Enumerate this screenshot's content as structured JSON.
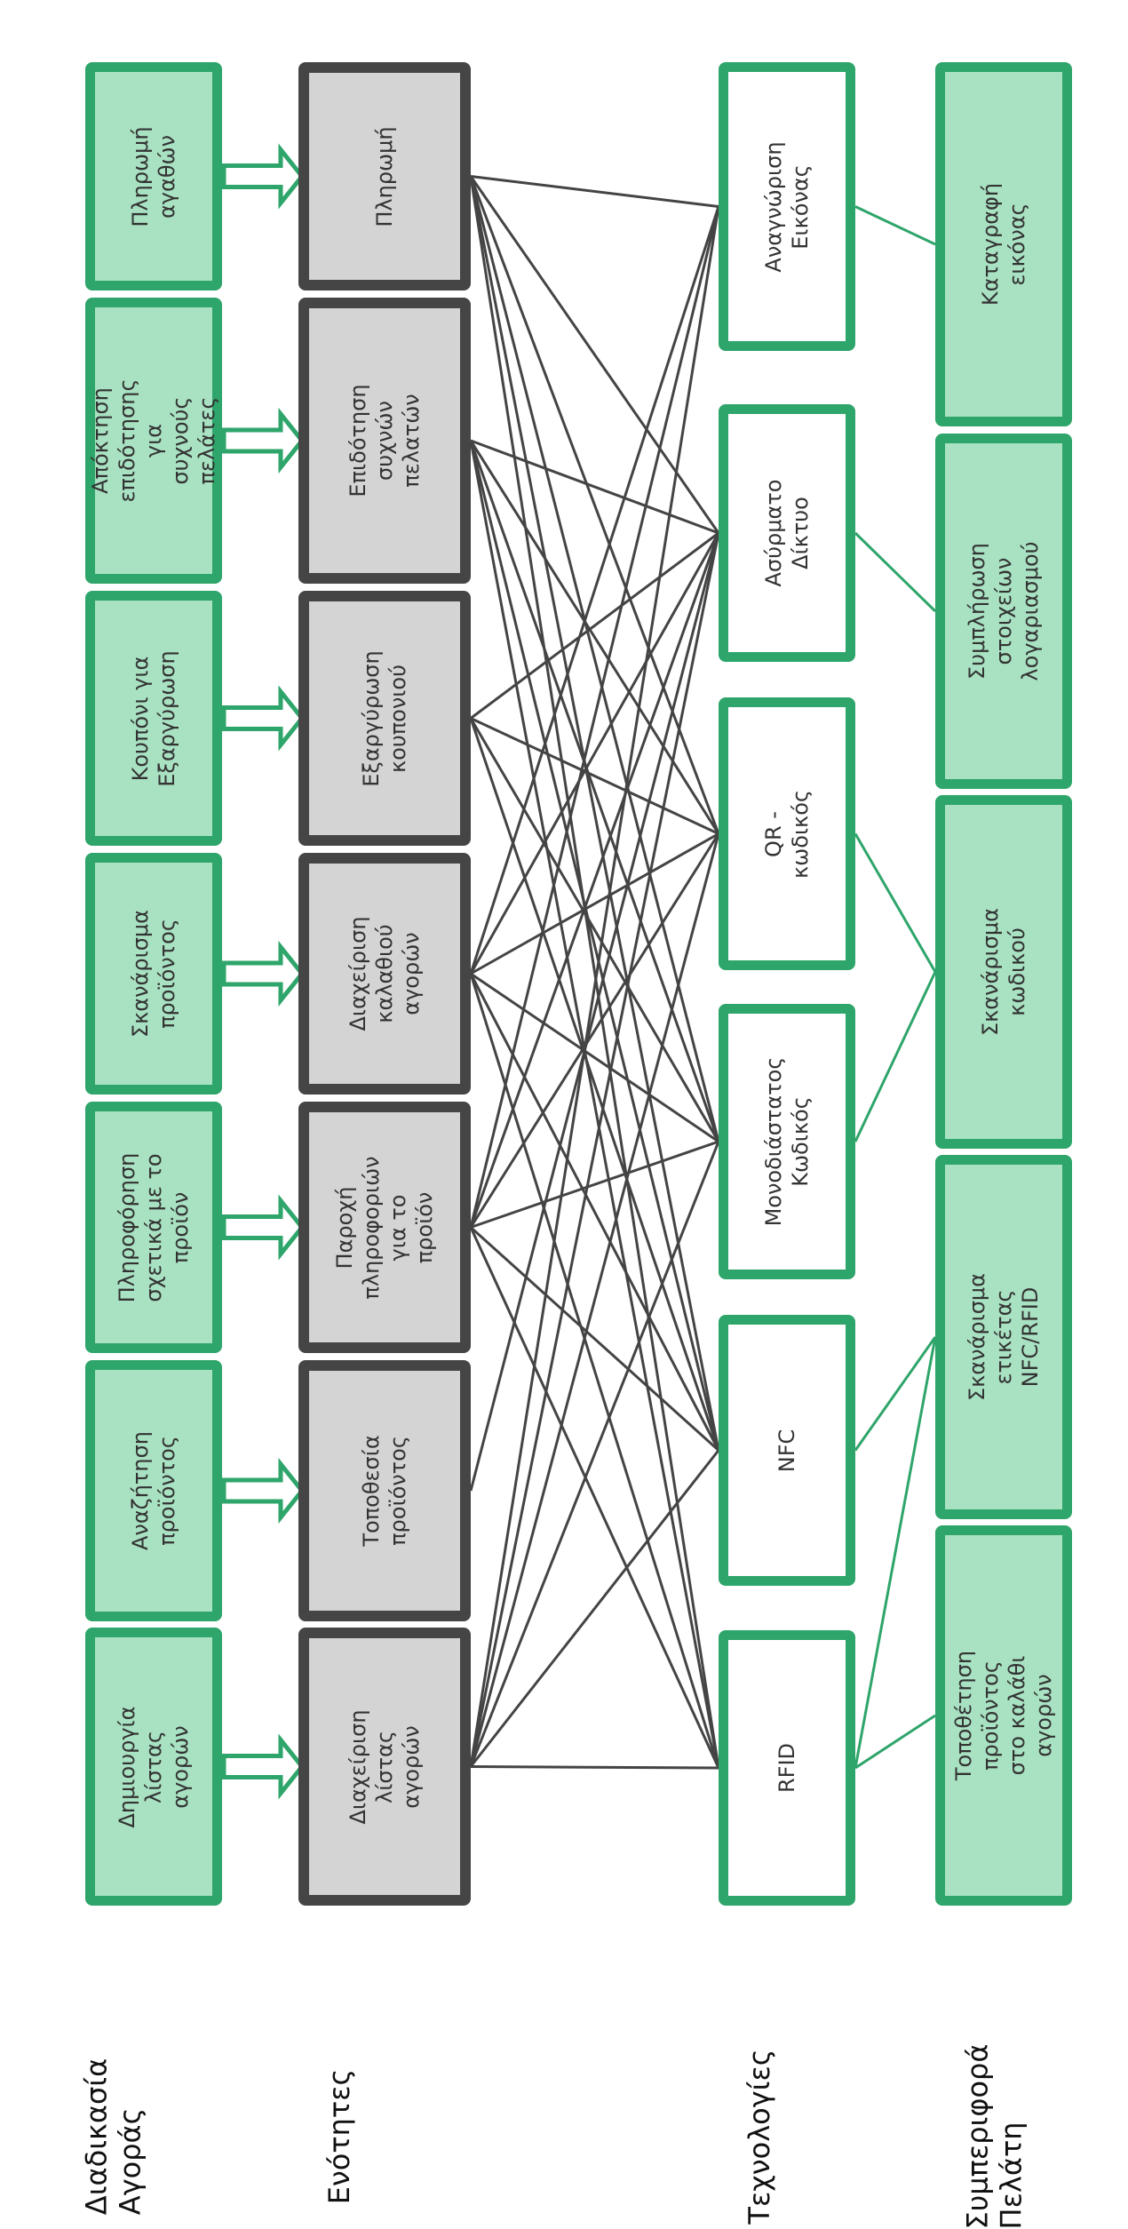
{
  "colors": {
    "green_fill": "#a8e2c2",
    "green_border": "#2ea56a",
    "grey_fill": "#d4d4d4",
    "grey_border": "#454545",
    "line_dark": "#444444"
  },
  "row_labels": {
    "process": "Διαδικασία\nΑγοράς",
    "modules": "Ενότητες",
    "technologies": "Τεχνολογίες",
    "behavior": "Συμπεριφορά\nΠελάτη"
  },
  "process": [
    "Δημιουργία\nλίστας αγορών",
    "Αναζήτηση\nπροϊόντος",
    "Πληροφόρηση\nσχετικά με το\nπροϊόν",
    "Σκανάρισμα\nπροϊόντος",
    "Κουπόνι για\nΕξαργύρωση",
    "Απόκτηση\nεπιδότησης για\nσυχνούς πελάτες",
    "Πληρωμή αγαθών"
  ],
  "modules": [
    "Διαχείριση\nλίστας αγορών",
    "Τοποθεσία\nπροϊόντος",
    "Παροχή\nπληροφοριών\nγια το προϊόν",
    "Διαχείριση\nκαλαθιού\nαγορών",
    "Εξαργύρωση\nκουπονιού",
    "Επιδότηση\nσυχνών πελατών",
    "Πληρωμή"
  ],
  "technologies": [
    "RFID",
    "NFC",
    "Μονοδιάστατος\nΚωδικός",
    "QR - κωδικός",
    "Ασύρματο\nΔίκτυο",
    "Αναγνώριση\nΕικόνας"
  ],
  "behaviors": [
    "Τοποθέτηση προϊόντος\nστο καλάθι αγορών",
    "Σκανάρισμα ετικέτας\nNFC/RFID",
    "Σκανάρισμα κωδικού",
    "Συμπλήρωση στοιχείων\nλογαριασμού",
    "Καταγραφή εικόνας"
  ],
  "module_technology_links": [
    [
      0,
      0
    ],
    [
      0,
      1
    ],
    [
      0,
      2
    ],
    [
      0,
      3
    ],
    [
      0,
      4
    ],
    [
      0,
      5
    ],
    [
      1,
      4
    ],
    [
      2,
      0
    ],
    [
      2,
      1
    ],
    [
      2,
      2
    ],
    [
      2,
      3
    ],
    [
      2,
      4
    ],
    [
      2,
      5
    ],
    [
      3,
      0
    ],
    [
      3,
      1
    ],
    [
      3,
      2
    ],
    [
      3,
      3
    ],
    [
      3,
      4
    ],
    [
      3,
      5
    ],
    [
      4,
      1
    ],
    [
      4,
      2
    ],
    [
      4,
      3
    ],
    [
      4,
      4
    ],
    [
      5,
      0
    ],
    [
      5,
      1
    ],
    [
      5,
      2
    ],
    [
      5,
      3
    ],
    [
      5,
      4
    ],
    [
      6,
      0
    ],
    [
      6,
      1
    ],
    [
      6,
      2
    ],
    [
      6,
      3
    ],
    [
      6,
      4
    ],
    [
      6,
      5
    ]
  ],
  "technology_behavior_links": [
    [
      0,
      0
    ],
    [
      0,
      1
    ],
    [
      1,
      1
    ],
    [
      2,
      2
    ],
    [
      3,
      2
    ],
    [
      4,
      3
    ],
    [
      5,
      4
    ]
  ]
}
